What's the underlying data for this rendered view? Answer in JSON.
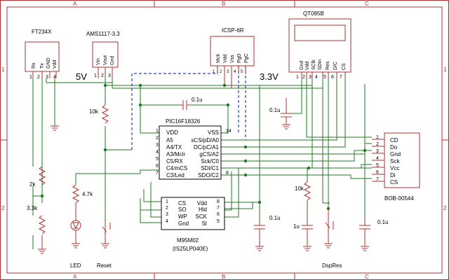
{
  "border": {
    "cols": [
      "A",
      "B",
      "C"
    ],
    "rows": [
      "1",
      "2"
    ]
  },
  "parts": {
    "ft234x": {
      "name": "FT234X",
      "pins": [
        "Rx",
        "Tx",
        "GND",
        "Vdd"
      ],
      "pin_numbers": [
        "1",
        "2",
        "3",
        "4"
      ]
    },
    "ams1117": {
      "name": "AMS1117-3.3",
      "pins": [
        "Vin",
        "Vout",
        "Gnd"
      ],
      "pin_numbers": [
        "1",
        "2",
        "3"
      ]
    },
    "icsp": {
      "name": "ICSP-6R",
      "pins": [
        "Mclr",
        "Vdd",
        "Vss",
        "PgD",
        "PgC"
      ],
      "pin_numbers": [
        "1",
        "2",
        "3",
        "4",
        "5"
      ]
    },
    "qt095b": {
      "name": "QT095B",
      "pins": [
        "Gnd",
        "Vdd",
        "SClk",
        "SDin",
        "Res",
        "D/C",
        "CS"
      ],
      "pin_numbers": [
        "1",
        "2",
        "3",
        "4",
        "5",
        "6",
        "7"
      ]
    },
    "pic": {
      "name": "PIC16F18326",
      "left_pins": [
        "VDD",
        "A5",
        "A4/TX",
        "A3/Mclr",
        "C5/RX",
        "C4/mCS",
        "C3/Led"
      ],
      "left_numbers": [
        "1",
        "2",
        "3",
        "4",
        "5",
        "6",
        "7"
      ],
      "right_pins": [
        "VSS",
        "sCS/pD/A0",
        "DC/pC/A1",
        "gCS/A2",
        "Sck/C0",
        "SDI/C1",
        "SDO/C2"
      ],
      "right_numbers": [
        "14",
        "",
        "",
        "",
        "",
        "",
        "8"
      ]
    },
    "m95m02": {
      "name": "M95M02",
      "subtitle": "(IS25LP040E)",
      "left_pins": [
        "CS",
        "SO",
        "WP",
        "Gnd"
      ],
      "left_numbers": [
        "1",
        "2",
        "3",
        "4"
      ],
      "right_pins": [
        "Vdd",
        "Hld",
        "SCK",
        "SI"
      ],
      "right_numbers": [
        "8",
        "7",
        "6",
        "5"
      ]
    },
    "bob": {
      "name": "BOB-00544",
      "pins": [
        "CD",
        "Do",
        "Gnd",
        "Sck",
        "Vcc",
        "Di",
        "CS"
      ],
      "pin_numbers": [
        "1",
        "2",
        "3",
        "4",
        "5",
        "6",
        "7"
      ]
    }
  },
  "net_labels": {
    "v5": "5V",
    "v33": "3.3V"
  },
  "components": {
    "c_top": "0.1u",
    "c_left": "0.1u",
    "c_mem": "0.1u",
    "c_right": "0.1u",
    "c_dsp": "1u",
    "r_reset": "10k",
    "r_led": "4.7k",
    "r_div1": "2k",
    "r_div2": "3.3k",
    "r_dsp": "10k"
  },
  "labels": {
    "led": "LED",
    "reset": "Reset",
    "dspres": "DspRes"
  }
}
